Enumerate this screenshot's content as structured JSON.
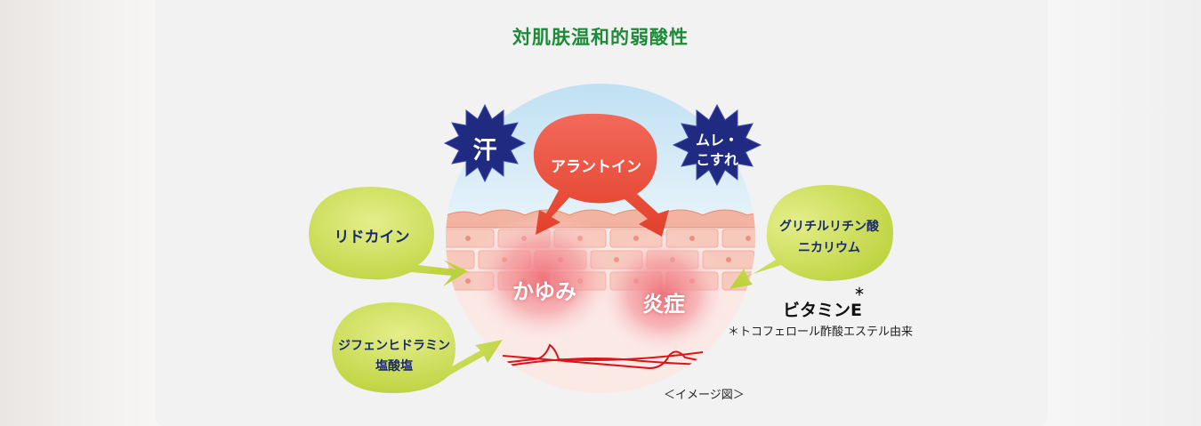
{
  "title": "対肌肤温和的弱酸性",
  "threats": {
    "sweat": "汗",
    "stuffiness_line1": "ムレ・",
    "stuffiness_line2": "こすれ"
  },
  "ingredients": {
    "allantoin": "アラントイン",
    "lidocaine": "リドカイン",
    "diphenhydramine_line1": "ジフェンヒドラミン",
    "diphenhydramine_line2": "塩酸塩",
    "glycyrrhizinate_line1": "グリチルリチン酸",
    "glycyrrhizinate_line2": "ニカリウム",
    "vitamin_e": "ビタミンE",
    "vitamin_e_mark": "＊"
  },
  "symptoms": {
    "itch": "かゆみ",
    "inflammation": "炎症"
  },
  "footnote": "＊トコフェロール酢酸エステル由来",
  "caption": "＜イメージ図＞",
  "colors": {
    "title_green": "#1e8a39",
    "threat_navy": "#1f2a80",
    "allantoin_red": "#e8452c",
    "bubble_green": "#c5d94a",
    "arrow_green": "#a3c23a"
  }
}
